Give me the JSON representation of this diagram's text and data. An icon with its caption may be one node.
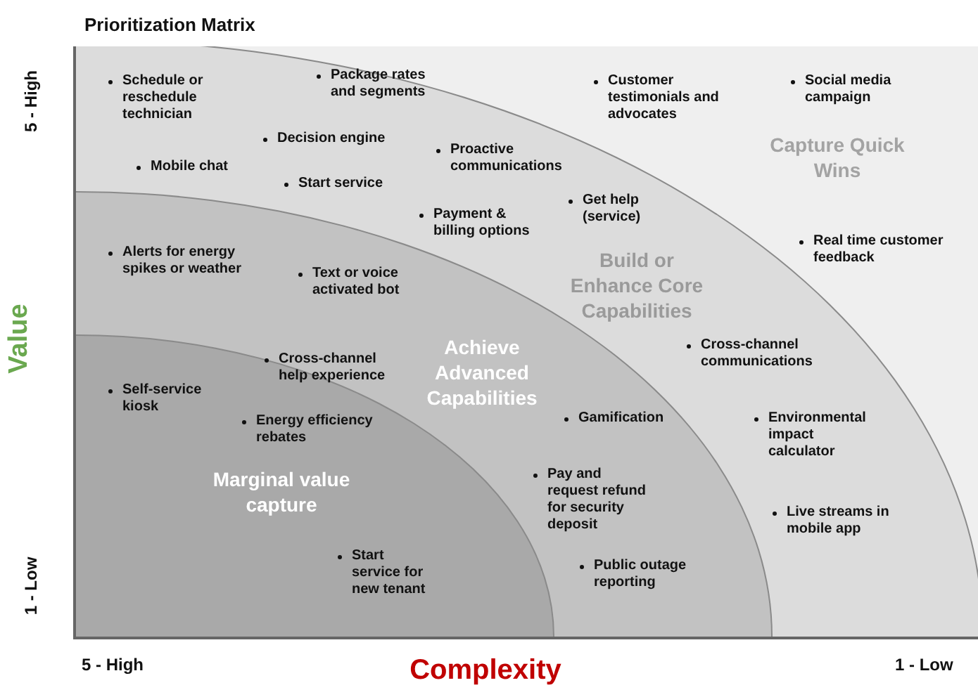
{
  "diagram": {
    "title": "Prioritization Matrix",
    "labels": [
      "5 - High",
      "Value",
      "1 - Low",
      "Schedule or reschedule technician",
      "Package rates and segments",
      "Customer testimonials and advocates",
      "Social media campaign",
      "Decision engine",
      "Mobile chat",
      "Proactive communications",
      "Capture Quick Wins",
      "Start service",
      "Get help (service)",
      "Payment & billing options",
      "Real time customer feedback",
      "Alerts for energy spikes or weather",
      "Build or Enhance Core Capabilities",
      "Text or voice activated bot",
      "Cross-channel communications",
      "Cross-channel help experience",
      "Achieve Advanced Capabilities",
      "Self-service kiosk",
      "Energy efficiency rebates",
      "Gamification",
      "Environmental impact calculator",
      "Pay and request refund for security deposit",
      "Marginal value capture",
      "Live streams in mobile app",
      "Start service for new tenant",
      "Public outage reporting",
      "5 - High",
      "Complexity",
      "1 - Low"
    ]
  }
}
